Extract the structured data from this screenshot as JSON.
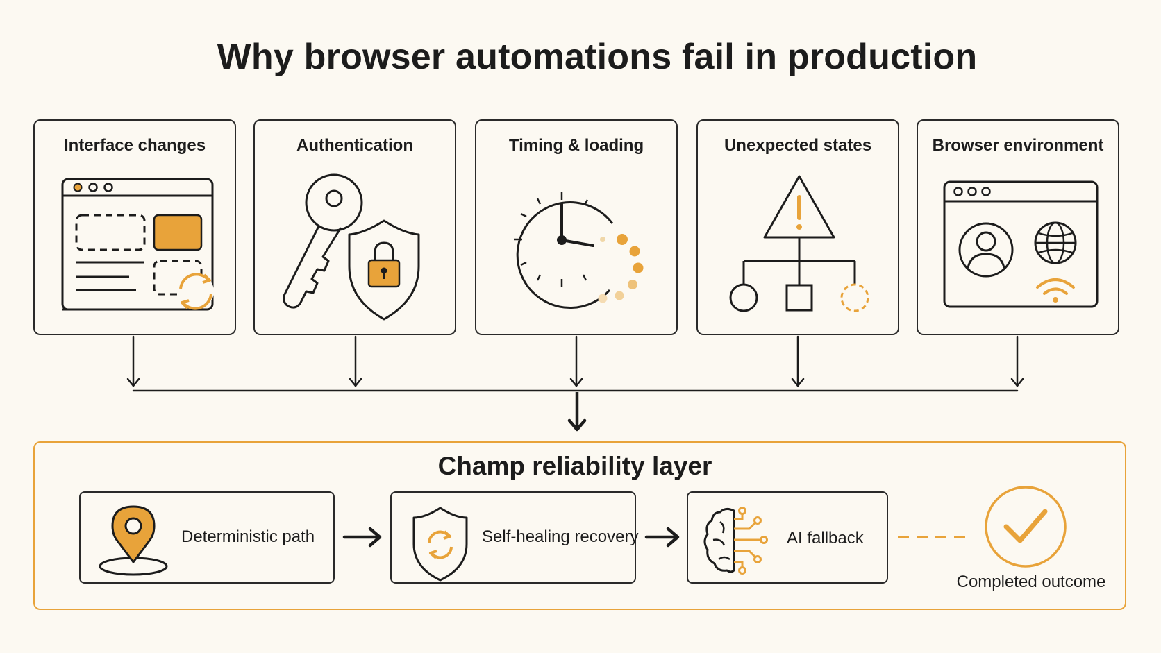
{
  "title": "Why browser automations fail in production",
  "failure_causes": [
    {
      "label": "Interface changes",
      "icon": "browser-layout-change-icon"
    },
    {
      "label": "Authentication",
      "icon": "key-shield-lock-icon"
    },
    {
      "label": "Timing & loading",
      "icon": "clock-loading-icon"
    },
    {
      "label": "Unexpected states",
      "icon": "warning-branch-icon"
    },
    {
      "label": "Browser environment",
      "icon": "browser-user-globe-wifi-icon"
    }
  ],
  "reliability_layer": {
    "title": "Champ reliability layer",
    "steps": [
      {
        "label": "Deterministic path",
        "icon": "location-pin-icon"
      },
      {
        "label": "Self-healing recovery",
        "icon": "shield-refresh-icon"
      },
      {
        "label": "AI fallback",
        "icon": "brain-circuit-icon"
      }
    ],
    "outcome": {
      "label": "Completed outcome",
      "icon": "checkmark-circle-icon"
    }
  },
  "colors": {
    "accent": "#e8a33a",
    "stroke": "#1c1c1c",
    "background": "#fcf9f2"
  }
}
